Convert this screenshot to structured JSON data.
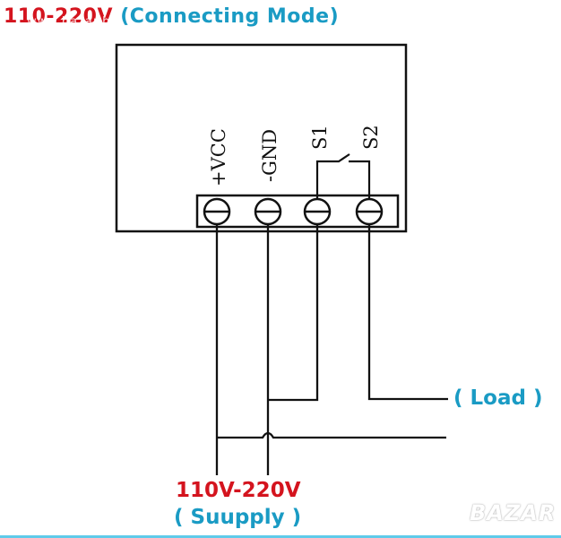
{
  "title": {
    "voltage": "110-220V",
    "mode": "(Connecting Mode)"
  },
  "watermark": "www.bazar.bg",
  "terminals": [
    {
      "label": "+VCC"
    },
    {
      "label": "-GND"
    },
    {
      "label": "S1"
    },
    {
      "label": "S2"
    }
  ],
  "supply": {
    "voltage": "110V-220V",
    "label": "( Suupply )"
  },
  "load": {
    "label": "( Load )"
  },
  "brand_logo": "BAZAR",
  "colors": {
    "voltage_red": "#d4141e",
    "label_blue": "#1a9bc4",
    "accent_bar": "#5fcbea"
  }
}
